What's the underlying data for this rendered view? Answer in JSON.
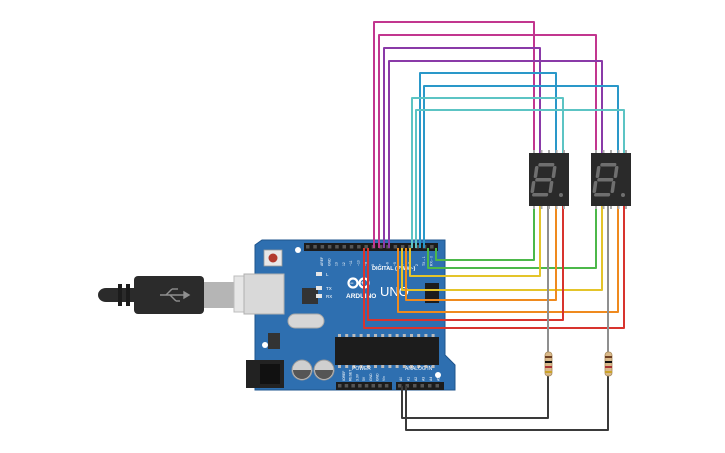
{
  "board": {
    "brand": "ARDUINO",
    "model": "UNO",
    "digital_header": "DIGITAL (PWM~)",
    "power_header": "POWER",
    "analog_header": "ANALOG IN",
    "tx_label": "TX",
    "rx_label": "RX",
    "l_label": "L",
    "on_label": "ON",
    "top_pin_labels": [
      "AREF",
      "GND",
      "13",
      "12",
      "~11",
      "~10",
      "~9",
      "8",
      "7",
      "~6",
      "~5",
      "4",
      "~3",
      "2",
      "TX→1",
      "RX←0"
    ],
    "power_pin_labels": [
      "IOREF",
      "RESET",
      "3.3V",
      "5V",
      "GND",
      "GND",
      "Vin"
    ],
    "analog_pin_labels": [
      "A0",
      "A1",
      "A2",
      "A3",
      "A4",
      "A5"
    ]
  },
  "displays": [
    {
      "name": "display-left",
      "digit": "8",
      "dp": true
    },
    {
      "name": "display-right",
      "digit": "8",
      "dp": true
    }
  ],
  "resistors": [
    {
      "name": "resistor-left"
    },
    {
      "name": "resistor-right"
    }
  ],
  "colors": {
    "board": "#2e6fb0",
    "board_dark": "#1f558d",
    "display_body": "#2a2a2a",
    "segment": "#6f6f6f",
    "usb_cable": "#2b2b2b",
    "usb_plug": "#b5b5b5",
    "wire_magenta": "#c2368f",
    "wire_purple": "#8a3aa8",
    "wire_blue": "#2a98c9",
    "wire_cyan": "#5cc4c4",
    "wire_green": "#4cb84a",
    "wire_yellow": "#e4c42a",
    "wire_orange": "#ef8a1e",
    "wire_red": "#d8342e",
    "wire_black": "#3a3a3a"
  }
}
